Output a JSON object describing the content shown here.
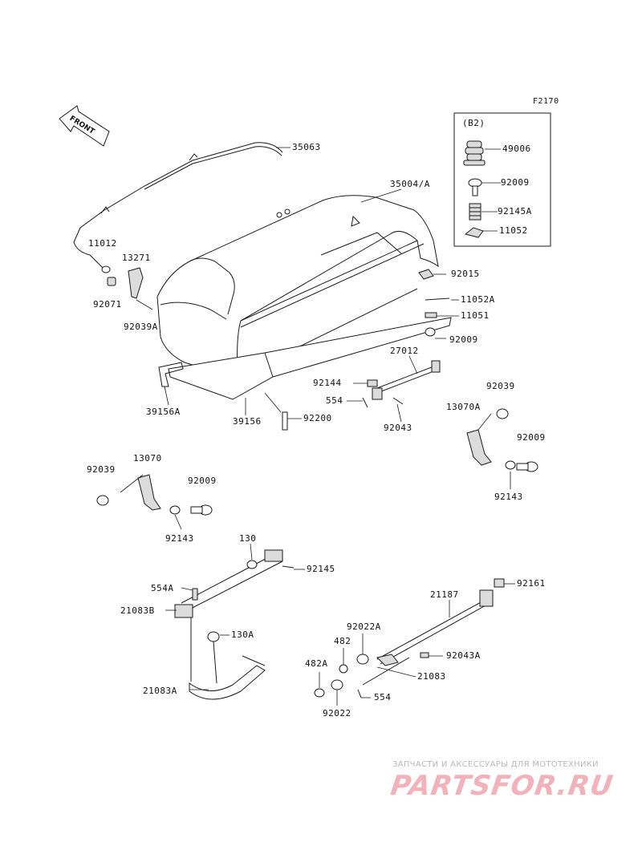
{
  "figure_code": "F2170",
  "front_label": "FRONT",
  "inset": {
    "title": "(B2)",
    "parts": [
      "49006",
      "92009",
      "92145A",
      "11052"
    ]
  },
  "labels": {
    "p35063": "35063",
    "p35004A": "35004/A",
    "p11012": "11012",
    "p13271": "13271",
    "p92071": "92071",
    "p92039A": "92039A",
    "p92015": "92015",
    "p11052A": "11052A",
    "p11051": "11051",
    "p92009a": "92009",
    "p27012": "27012",
    "p92144": "92144",
    "p554a": "554",
    "p92043": "92043",
    "p39156A": "39156A",
    "p39156": "39156",
    "p92200": "92200",
    "p92039b": "92039",
    "p13070A": "13070A",
    "p92009b": "92009",
    "p92143a": "92143",
    "p13070": "13070",
    "p92039c": "92039",
    "p92009c": "92009",
    "p92143b": "92143",
    "p130": "130",
    "p92145": "92145",
    "p554A": "554A",
    "p21083B": "21083B",
    "p130A": "130A",
    "p21083A": "21083A",
    "p21187": "21187",
    "p92161": "92161",
    "p92022A": "92022A",
    "p482": "482",
    "p92043A": "92043A",
    "p482A": "482A",
    "p21083": "21083",
    "p554b": "554",
    "p92022": "92022"
  },
  "watermark": {
    "tagline": "ЗАПЧАСТИ И АКСЕССУАРЫ ДЛЯ МОТОТЕХНИКИ",
    "logo": "PARTSFOR.RU"
  },
  "colors": {
    "line": "#1a1a1a",
    "watermark_logo": "#f3b1ba",
    "watermark_text": "#b8b8b8"
  }
}
